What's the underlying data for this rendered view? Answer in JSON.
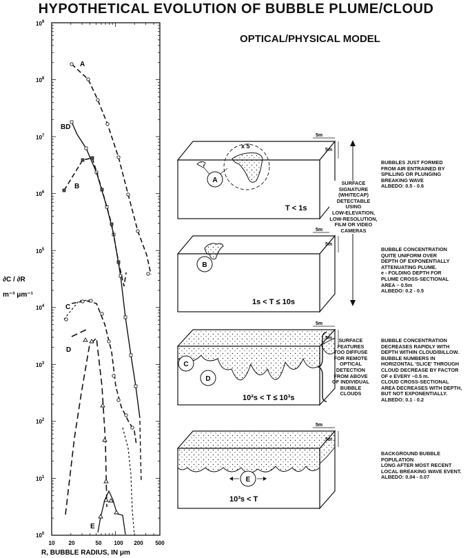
{
  "title": "HYPOTHETICAL EVOLUTION OF BUBBLE PLUME/CLOUD",
  "subtitle": "OPTICAL/PHYSICAL MODEL",
  "plot": {
    "y_label_top": "∂C / ∂R",
    "y_label_bottom": "m⁻³  μm⁻¹",
    "x_label": "R, BUBBLE RADIUS, IN μm",
    "x_ticks": [
      "10",
      "20",
      "50",
      "100",
      "200",
      "500"
    ],
    "y_ticks": [
      {
        "base": "10",
        "exp": "0"
      },
      {
        "base": "10",
        "exp": "1"
      },
      {
        "base": "10",
        "exp": "2"
      },
      {
        "base": "10",
        "exp": "3"
      },
      {
        "base": "10",
        "exp": "4"
      },
      {
        "base": "10",
        "exp": "5"
      },
      {
        "base": "10",
        "exp": "6"
      },
      {
        "base": "10",
        "exp": "7"
      },
      {
        "base": "10",
        "exp": "8"
      },
      {
        "base": "10",
        "exp": "9"
      }
    ],
    "curve_labels": [
      "A",
      "B",
      "BD",
      "C",
      "D",
      "E"
    ]
  },
  "panels": [
    {
      "circle_label": "A",
      "time": "T < 1s",
      "scale_h": "5m",
      "scale_v": "5m",
      "zoom": "x 5"
    },
    {
      "circle_label": "B",
      "time": "1s < T ≤ 10s",
      "scale_h": "5m",
      "scale_v": "5m"
    },
    {
      "circle_labels": [
        "C",
        "D"
      ],
      "time": "10²s < T ≤ 10³s",
      "scale_h": "5m",
      "scale_v": "5m"
    },
    {
      "circle_label": "E",
      "time": "10³s < T",
      "scale_h": "5m",
      "scale_v": "5m"
    }
  ],
  "middle_notes": {
    "surface_signature": [
      "SURFACE",
      "SIGNATURE",
      "(WHITECAP)",
      "DETECTABLE",
      "USING",
      "LOW-ELEVATION,",
      "LOW-RESOLUTION,",
      "FILM OR VIDEO",
      "CAMERAS"
    ],
    "surface_features": [
      "SURFACE",
      "FEATURES",
      "TOO DIFFUSE",
      "FOR REMOTE",
      "OPTICAL",
      "DETECTION",
      "FROM ABOVE",
      "OF INDIVIDUAL",
      "BUBBLE CLOUDS"
    ]
  },
  "notes": [
    [
      "BUBBLES JUST FORMED",
      "FROM AIR ENTRAINED BY",
      "SPILLING OR  PLUNGING",
      "BREAKING WAVE",
      "ALBEDO: 0.5 - 0.6"
    ],
    [
      "BUBBLE CONCENTRATION",
      "QUITE UNIFORM OVER",
      "DEPTH OF EXPONENTIALLY",
      "ATTENUATING PLUME.",
      "e - FOLDING DEPTH FOR",
      "PLUME CROSS-SECTIONAL",
      "AREA ~ 0.5m",
      "ALBEDO: 0.2 - 0.5"
    ],
    [
      "BUBBLE CONCENTRATION",
      "DECREASES RAPIDLY WITH",
      "DEPTH WITHIN CLOUD/BILLOW.",
      "BUBBLE NUMBERS IN",
      "HORIZONTAL 'SLICE' THROUGH",
      "CLOUD DECREASE BY FACTOR",
      "OF e EVERY ~0.5 m.",
      "CLOUD CROSS-SECTIONAL",
      "AREA DECREASES WITH DEPTH,",
      "BUT NOT EXPONENTIALLY.",
      "ALBEDO:  0.1 - 0.2"
    ],
    [
      "BACKGROUND BUBBLE POPULATION",
      "LONG AFTER MOST RECENT",
      "LOCAL BREAKING WAVE EVENT.",
      "ALBEDO: 0.04 - 0.07"
    ]
  ]
}
